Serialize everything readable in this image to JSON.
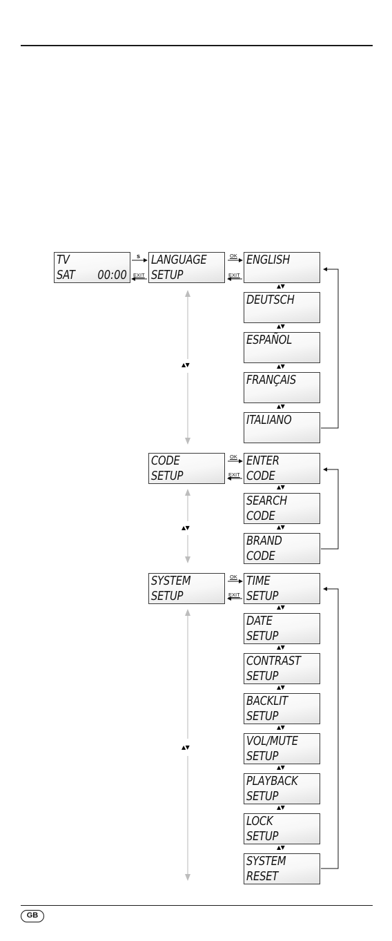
{
  "labels": {
    "s": "s",
    "ok": "OK",
    "exit": "EXIT",
    "nav": "▲▼"
  },
  "home": {
    "line1": "TV",
    "line2": "SAT",
    "time": "00:00"
  },
  "menus": {
    "language": {
      "line1": "LANGUAGE",
      "line2": "SETUP",
      "options": [
        {
          "line1": "ENGLISH",
          "line2": ""
        },
        {
          "line1": "DEUTSCH",
          "line2": ""
        },
        {
          "line1": "ESPAÑOL",
          "line2": ""
        },
        {
          "line1": "FRANÇAIS",
          "line2": ""
        },
        {
          "line1": "ITALIANO",
          "line2": ""
        }
      ]
    },
    "code": {
      "line1": "CODE",
      "line2": "SETUP",
      "options": [
        {
          "line1": "ENTER",
          "line2": "CODE"
        },
        {
          "line1": "SEARCH",
          "line2": "CODE"
        },
        {
          "line1": "BRAND",
          "line2": "CODE"
        }
      ]
    },
    "system": {
      "line1": "SYSTEM",
      "line2": "SETUP",
      "options": [
        {
          "line1": "TIME",
          "line2": "SETUP"
        },
        {
          "line1": "DATE",
          "line2": "SETUP"
        },
        {
          "line1": "CONTRAST",
          "line2": "SETUP"
        },
        {
          "line1": "BACKLIT",
          "line2": "SETUP"
        },
        {
          "line1": "VOL/MUTE",
          "line2": "SETUP"
        },
        {
          "line1": "PLAYBACK",
          "line2": "SETUP"
        },
        {
          "line1": "LOCK",
          "line2": "SETUP"
        },
        {
          "line1": "SYSTEM",
          "line2": "RESET"
        }
      ]
    }
  },
  "footer": {
    "badge": "GB"
  },
  "colors": {
    "lcd_border": "#3a3a3a",
    "connector": "#111111",
    "vertical_arrow": "#bdbdbd"
  }
}
